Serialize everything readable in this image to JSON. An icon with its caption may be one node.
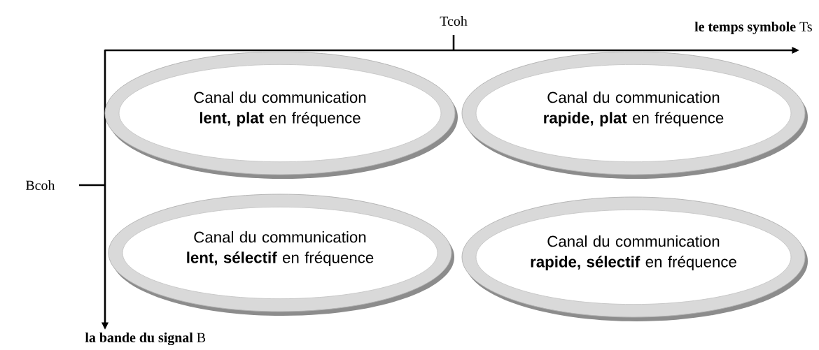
{
  "diagram": {
    "nodes": [
      {
        "text": [
          "Canal du communication **lent, plat** en fréquence"
        ]
      },
      {
        "text": [
          "Canal du communication **rapide, plat** en fréquence"
        ]
      },
      {
        "text": [
          "Canal du communication **lent, sélectif** en fréquence"
        ]
      },
      {
        "text": [
          "Canal du communication **rapide, sélectif** en fréquence"
        ]
      }
    ],
    "labels": [
      "Tcoh",
      "**le temps symbole** Ts",
      "Bcoh",
      "**la bande du signal** B"
    ]
  }
}
